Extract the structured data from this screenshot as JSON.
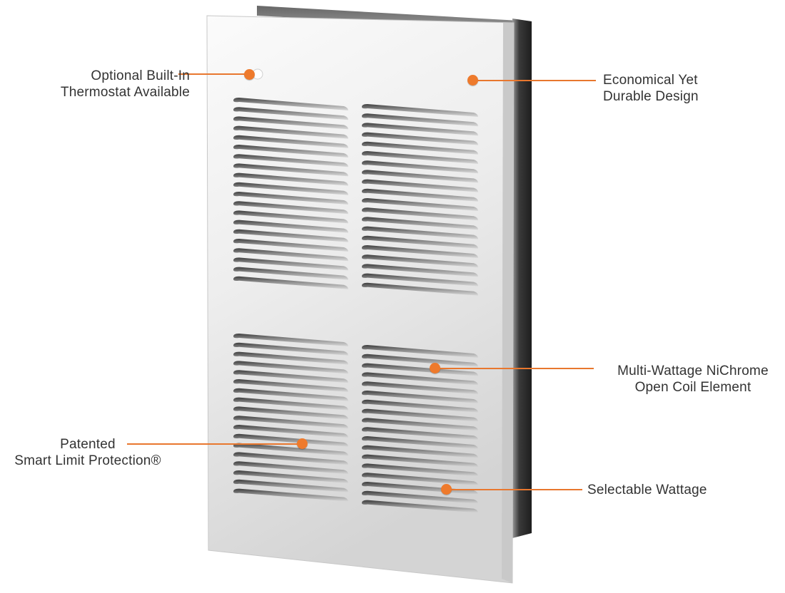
{
  "product": {
    "name": "Wall Heater",
    "accent_color": "#ee7a2c",
    "panel_color": "#f0f0f0",
    "housing_color": "#2b2b2b"
  },
  "callouts": [
    {
      "id": "thermostat",
      "lines": [
        "Optional Built-In",
        "Thermostat Available"
      ]
    },
    {
      "id": "design",
      "lines": [
        "Economical Yet",
        "Durable Design"
      ]
    },
    {
      "id": "element",
      "lines": [
        "Multi-Wattage NiChrome",
        "Open Coil Element"
      ]
    },
    {
      "id": "protection",
      "lines": [
        "Patented",
        "Smart Limit Protection®"
      ]
    },
    {
      "id": "wattage",
      "lines": [
        "Selectable Wattage"
      ]
    }
  ]
}
